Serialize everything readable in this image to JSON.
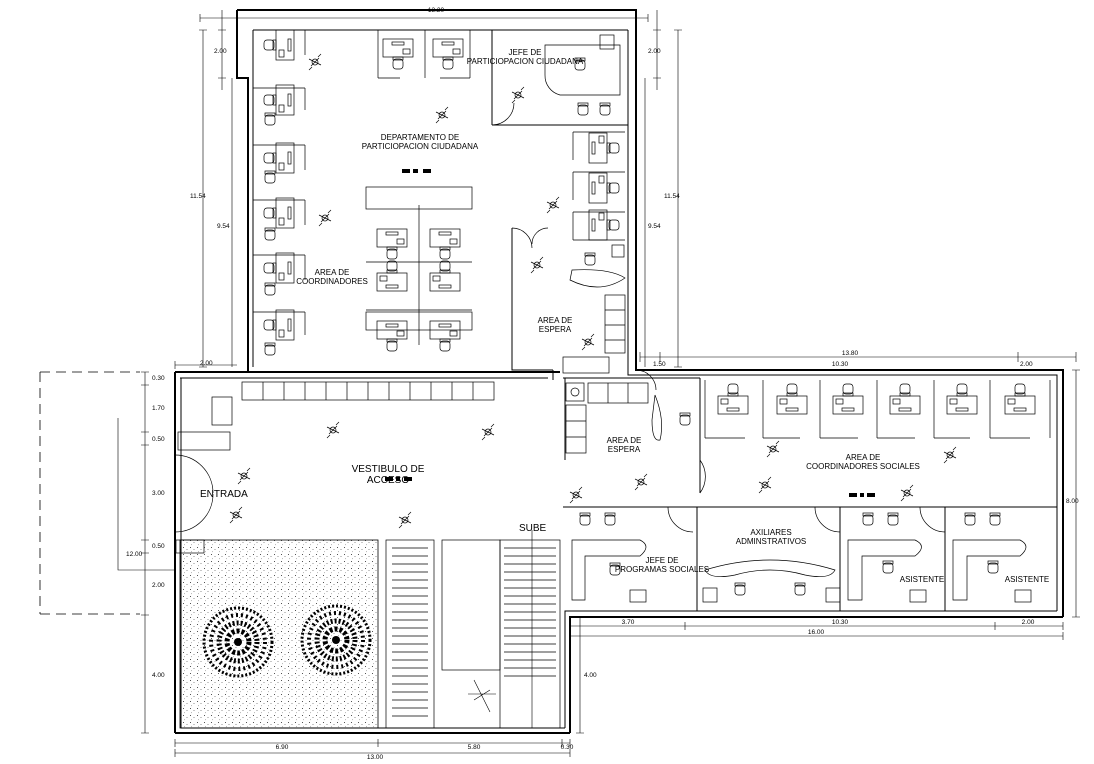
{
  "rooms": {
    "departamento": "DEPARTAMENTO DE PARTICIOPACION CIUDADANA",
    "jefe_participacion": "JEFE DE PARTICIOPACION CIUDADANA",
    "area_coordinadores": "AREA DE COORDINADORES",
    "area_espera_1": "AREA DE ESPERA",
    "area_espera_2": "AREA DE ESPERA",
    "vestibulo": "VESTIBULO DE ACCESO",
    "entrada": "ENTRADA",
    "sube": "SUBE",
    "coordinadores_sociales": "AREA DE COORDINADORES SOCIALES",
    "jefe_programas": "JEFE DE PROGRAMAS SOCIALES",
    "auxiliares": "AXILIARES ADMINSTRATIVOS",
    "asistente_1": "ASISTENTE",
    "asistente_2": "ASISTENTE"
  },
  "dimensions": {
    "top_width": "13.20",
    "top_left": "2.00",
    "top_right": "2.00",
    "left_height": "11.54",
    "left_inner": "9.54",
    "right_height": "11.54",
    "right_inner": "9.54",
    "mid_left": "2.00",
    "right_total": "13.80",
    "right_a": "1.50",
    "right_b": "10.30",
    "right_c": "2.00",
    "right_height_2": "8.00",
    "bottom_a": "3.70",
    "bottom_b": "10.30",
    "bottom_c": "2.00",
    "bottom_total": "16.00",
    "left_1": "0.30",
    "left_2": "1.70",
    "left_3": "0.50",
    "left_4": "3.00",
    "left_5": "0.50",
    "left_6": "2.00",
    "left_7": "4.00",
    "left_total": "12.00",
    "stair_height": "4.00",
    "base_a": "6.90",
    "base_b": "5.80",
    "base_c": "0.30",
    "base_total": "13.00"
  },
  "colors": {
    "ink": "#000000",
    "paper": "#ffffff"
  }
}
